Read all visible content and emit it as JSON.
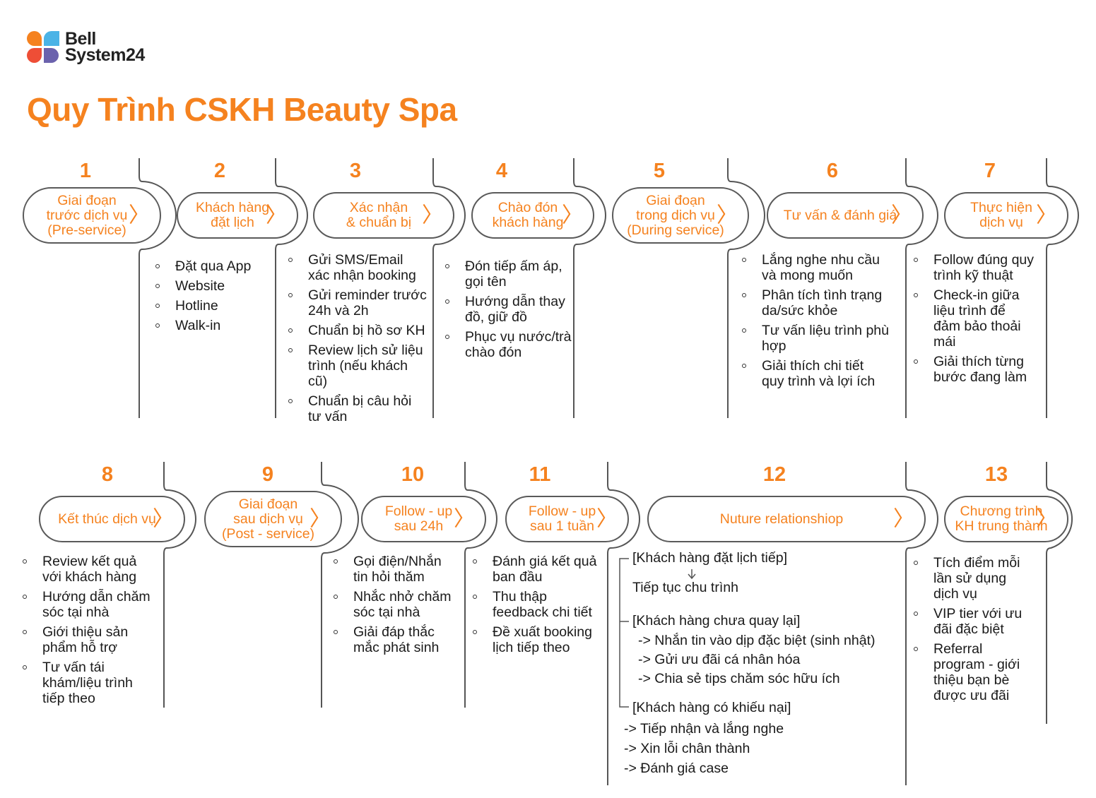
{
  "brand": {
    "logo_line1": "Bell",
    "logo_line2": "System24",
    "colors": {
      "orange": "#f5821f",
      "blue": "#4bb3e6",
      "red": "#ee4e36",
      "purple": "#6b62ad"
    }
  },
  "title": "Quy Trình CSKH Beauty Spa",
  "steps": [
    {
      "number": "1",
      "label": "Giai đoạn\ntrước dịch vụ\n(Pre-service)",
      "items": []
    },
    {
      "number": "2",
      "label": "Khách hàng\nđặt lịch",
      "items": [
        "Đặt qua App",
        "Website",
        "Hotline",
        "Walk-in"
      ]
    },
    {
      "number": "3",
      "label": "Xác nhận\n& chuẩn bị",
      "items": [
        "Gửi SMS/Email\nxác nhận booking",
        "Gửi reminder trước\n24h và 2h",
        "Chuẩn bị hồ sơ KH",
        "Review lịch sử liệu\ntrình (nếu khách\ncũ)",
        "Chuẩn bị câu hỏi\ntư vấn"
      ]
    },
    {
      "number": "4",
      "label": "Chào đón\nkhách hàng",
      "items": [
        "Đón tiếp ấm áp,\ngọi tên",
        "Hướng dẫn thay\nđồ, giữ đồ",
        "Phục vụ nước/trà\nchào đón"
      ]
    },
    {
      "number": "5",
      "label": "Giai đoạn\ntrong dịch vụ\n(During service)",
      "items": []
    },
    {
      "number": "6",
      "label": "Tư vấn & đánh giá",
      "items": [
        "Lắng nghe nhu cầu\nvà mong muốn",
        "Phân tích tình trạng\nda/sức khỏe",
        "Tư vấn liệu trình phù\nhợp",
        "Giải thích chi tiết\nquy trình và lợi ích"
      ]
    },
    {
      "number": "7",
      "label": "Thực hiện\ndịch vụ",
      "items": [
        "Follow đúng quy\ntrình kỹ thuật",
        "Check-in giữa\nliệu trình để\nđảm bảo thoải\nmái",
        "Giải thích từng\nbước đang làm"
      ]
    },
    {
      "number": "8",
      "label": "Kết thúc dịch vụ",
      "items": [
        "Review kết quả\nvới khách hàng",
        "Hướng dẫn chăm\nsóc tại nhà",
        "Giới thiệu sản\nphẩm hỗ trợ",
        "Tư vấn tái\nkhám/liệu trình\ntiếp theo"
      ]
    },
    {
      "number": "9",
      "label": "Giai đoạn\nsau dịch vụ\n(Post - service)",
      "items": []
    },
    {
      "number": "10",
      "label": "Follow - up\nsau 24h",
      "items": [
        "Gọi điện/Nhắn\ntin hỏi thăm",
        "Nhắc nhở chăm\nsóc tại nhà",
        "Giải đáp thắc\nmắc phát sinh"
      ]
    },
    {
      "number": "11",
      "label": "Follow - up\nsau 1 tuần",
      "items": [
        "Đánh giá kết quả\nban đầu",
        "Thu thập\nfeedback chi tiết",
        "Đề xuất booking\nlịch tiếp theo"
      ]
    },
    {
      "number": "12",
      "label": "Nuture relationshiop",
      "items": []
    },
    {
      "number": "13",
      "label": "Chương trình\nKH trung thành",
      "items": [
        "Tích điểm mỗi\nlần sử dụng\ndịch vụ",
        "VIP tier với ưu\nđãi đặc biệt",
        "Referral\nprogram - giới\nthiệu bạn bè\nđược ưu đãi"
      ]
    }
  ],
  "nurture": {
    "branch1": "[Khách hàng đặt lịch tiếp]",
    "branch1_result": "Tiếp tục chu trình",
    "branch2": "[Khách hàng chưa quay lại]",
    "branch2_items": [
      "-> Nhắn tin vào dịp đặc biệt (sinh nhật)",
      "-> Gửi ưu đãi cá nhân hóa",
      "-> Chia sẻ tips chăm sóc hữu ích"
    ],
    "branch3": "[Khách hàng có khiếu nại]",
    "branch3_items": [
      "-> Tiếp nhận và lắng nghe",
      "-> Xin lỗi chân thành",
      "-> Đánh giá case"
    ]
  }
}
